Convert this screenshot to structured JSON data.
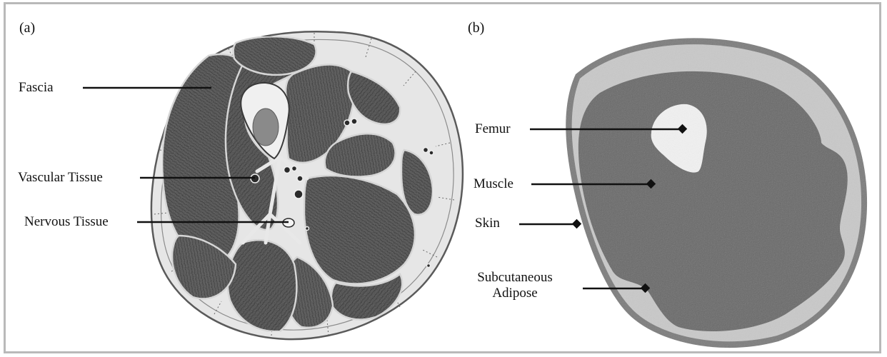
{
  "panels": [
    {
      "tag": "(a)",
      "labels": {
        "fascia": "Fascia",
        "vascular": "Vascular Tissue",
        "nervous": "Nervous Tissue"
      }
    },
    {
      "tag": "(b)",
      "labels": {
        "femur": "Femur",
        "muscle": "Muscle",
        "skin": "Skin",
        "adipose_line1": "Subcutaneous",
        "adipose_line2": "Adipose"
      }
    }
  ],
  "colors": {
    "muscle_dark": "#4a4a4a",
    "adipose_light": "#c9c9c9",
    "skin_outer": "#7a7a7a",
    "bone_white": "#f2f2f2",
    "frame": "#b9b9b9"
  }
}
